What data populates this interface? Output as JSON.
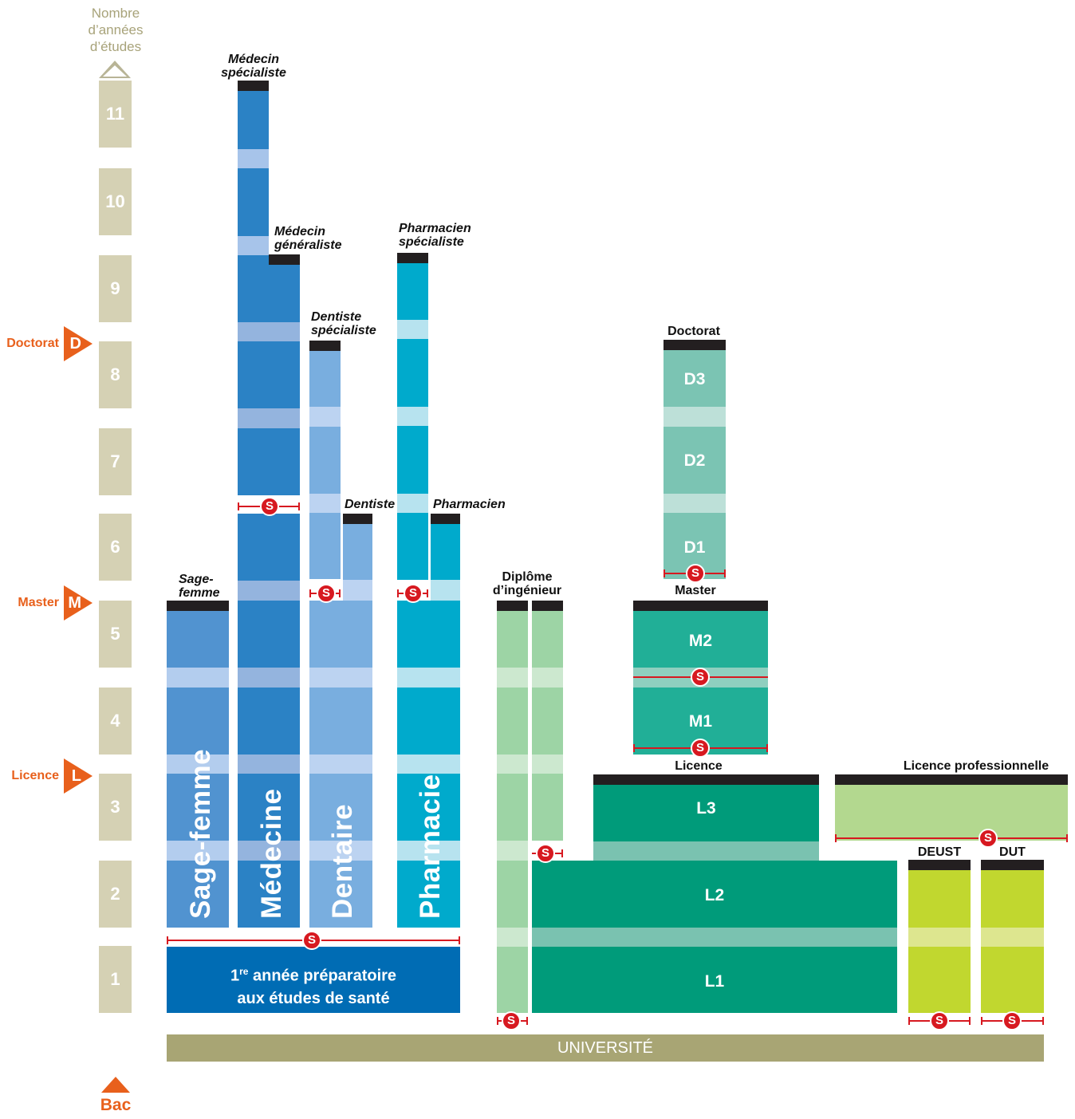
{
  "ruler": {
    "title_lines": [
      "Nombre",
      "d’années",
      "d’études"
    ],
    "years": [
      "11",
      "10",
      "9",
      "8",
      "7",
      "6",
      "5",
      "4",
      "3",
      "2",
      "1"
    ],
    "bottom_label": "Bac"
  },
  "levels": [
    {
      "name": "Doctorat",
      "letter": "D"
    },
    {
      "name": "Master",
      "letter": "M"
    },
    {
      "name": "Licence",
      "letter": "L"
    }
  ],
  "colors": {
    "sage_femme": "#5193d0",
    "medecine": "#2b82c5",
    "dentaire": "#79aedf",
    "pharmacie": "#00aacc",
    "paces": "#006cb4",
    "ingenieur": "#9dd4a5",
    "licence": "#009b7a",
    "master": "#21af97",
    "doctorat": "#7bc4b3",
    "licence_pro": "#b3d88f",
    "deust_dut": "#c1d72f",
    "universite": "#a8a574",
    "level_marker": "#e8601c",
    "selection": "#d71920"
  },
  "labels": {
    "medecin_specialiste": [
      "Médecin",
      "spécialiste"
    ],
    "medecin_generaliste": [
      "Médecin",
      "généraliste"
    ],
    "pharmacien_specialiste": [
      "Pharmacien",
      "spécialiste"
    ],
    "dentiste_specialiste": [
      "Dentiste",
      "spécialiste"
    ],
    "dentiste": "Dentiste",
    "pharmacien": "Pharmacien",
    "sage_femme": [
      "Sage-",
      "femme"
    ],
    "diplome_ingenieur": [
      "Diplôme",
      "d’ingénieur"
    ],
    "doctorat": "Doctorat",
    "master": "Master",
    "licence": "Licence",
    "licence_pro": "Licence professionnelle",
    "deust": "DEUST",
    "dut": "DUT"
  },
  "filieres": {
    "sage_femme": "Sage-femme",
    "medecine": "Médecine",
    "dentaire": "Dentaire",
    "pharmacie": "Pharmacie"
  },
  "years_blocks": {
    "d3": "D3",
    "d2": "D2",
    "d1": "D1",
    "m2": "M2",
    "m1": "M1",
    "l3": "L3",
    "l2": "L2",
    "l1": "L1"
  },
  "paces": {
    "line1_sup": "re",
    "line1_num": "1",
    "line1_rest": " année préparatoire",
    "line2": "aux études de santé"
  },
  "selection_letter": "S",
  "universite": "UNIVERSITÉ"
}
